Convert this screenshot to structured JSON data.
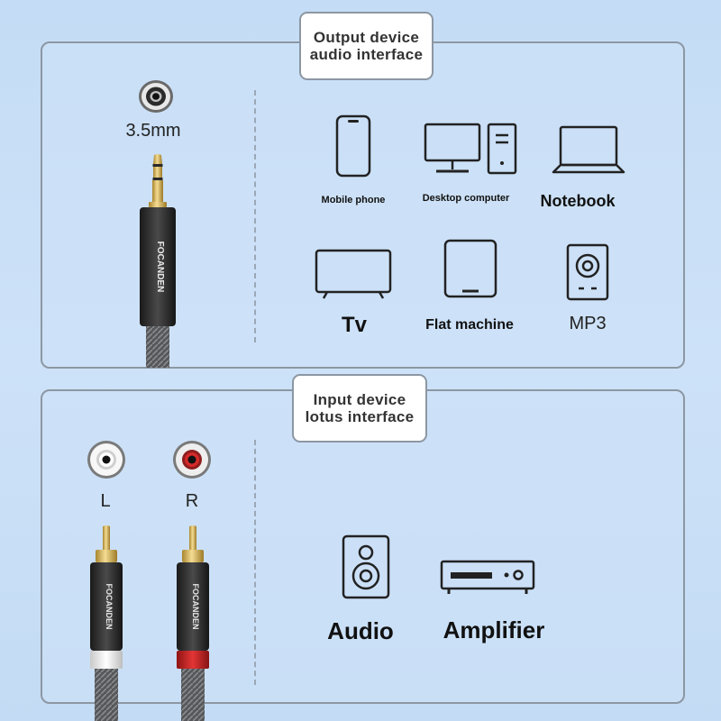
{
  "output_section": {
    "title_line1": "Output device",
    "title_line2": "audio interface",
    "jack_label": "3.5mm",
    "cable_brand": "FOCANDEN",
    "devices": [
      {
        "label": "Mobile phone",
        "icon": "mobile-phone-icon"
      },
      {
        "label": "Desktop computer",
        "icon": "desktop-computer-icon"
      },
      {
        "label": "Notebook",
        "icon": "notebook-icon"
      },
      {
        "label": "Tv",
        "icon": "tv-icon"
      },
      {
        "label": "Flat machine",
        "icon": "tablet-icon"
      },
      {
        "label": "MP3",
        "icon": "mp3-player-icon"
      }
    ]
  },
  "input_section": {
    "title_line1": "Input device",
    "title_line2": "lotus interface",
    "left_label": "L",
    "right_label": "R",
    "cable_brand": "FOCANDEN",
    "devices": [
      {
        "label": "Audio",
        "icon": "speaker-icon"
      },
      {
        "label": "Amplifier",
        "icon": "amplifier-icon"
      }
    ]
  },
  "colors": {
    "background": "#c9dff6",
    "panel_border": "#8c97a3",
    "icon_stroke": "#222222",
    "rca_right_accent": "#d42a2a",
    "rca_left_accent": "#f2f2f2",
    "gold_plug": "#d8b25a"
  }
}
